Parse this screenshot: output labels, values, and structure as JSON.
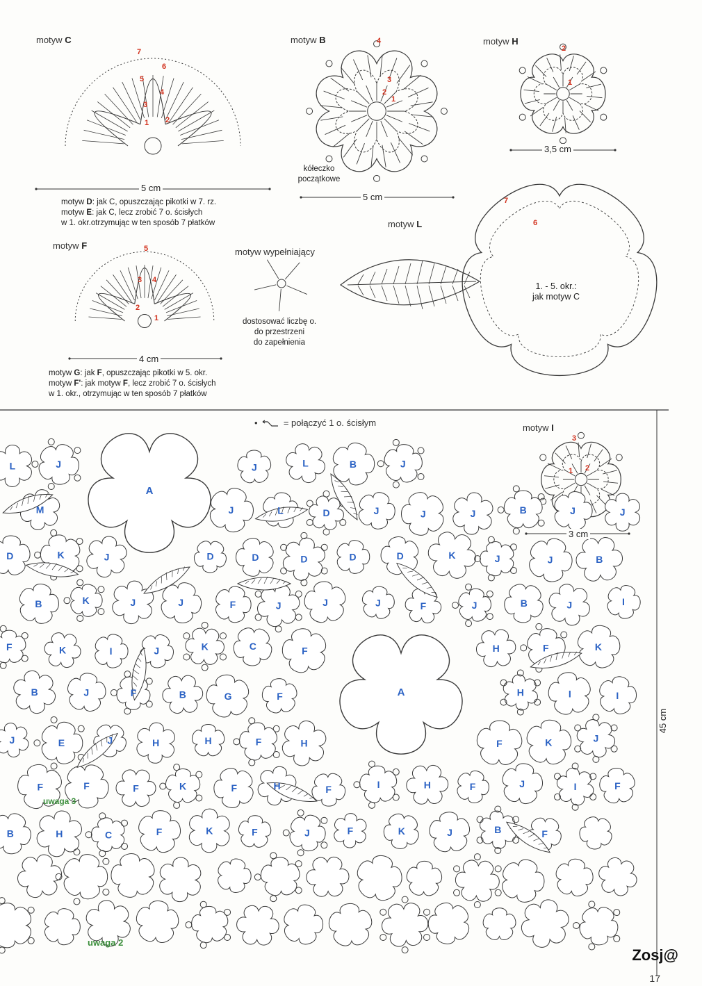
{
  "motifs": {
    "c": {
      "prefix": "motyw",
      "letter": "C",
      "size": "5 cm",
      "rows": [
        "7",
        "6",
        "5",
        "4",
        "3",
        "1",
        "2"
      ]
    },
    "b": {
      "prefix": "motyw",
      "letter": "B",
      "size": "5 cm",
      "rows": [
        "4",
        "3",
        "2",
        "1"
      ],
      "start_label_1": "kółeczko",
      "start_label_2": "początkowe"
    },
    "h": {
      "prefix": "motyw",
      "letter": "H",
      "size": "3,5 cm",
      "rows": [
        "2",
        "1"
      ]
    },
    "f": {
      "prefix": "motyw",
      "letter": "F",
      "size": "4 cm",
      "rows": [
        "5",
        "3",
        "4",
        "2",
        "1"
      ]
    },
    "filler": {
      "title": "motyw wypełniający",
      "note_1": "dostosować liczbę o.",
      "note_2": "do przestrzeni",
      "note_3": "do zapełnienia"
    },
    "l": {
      "prefix": "motyw",
      "letter": "L",
      "rows": [
        "7",
        "6"
      ],
      "note_1": "1. - 5. okr.:",
      "note_2": "jak motyw C"
    },
    "i": {
      "prefix": "motyw",
      "letter": "I",
      "size": "3 cm",
      "rows": [
        "3",
        "1",
        "2"
      ]
    }
  },
  "notes_de": {
    "line1_a": "motyw ",
    "line1_b": "D",
    "line1_c": ": jak C, opuszczając pikotki w 7. rz.",
    "line2_a": "motyw ",
    "line2_b": "E",
    "line2_c": ": jak C, lecz zrobić 7 o. ścisłych",
    "line3": "w 1. okr.otrzymując w ten sposób 7 płatków"
  },
  "notes_gf": {
    "line1_a": "motyw ",
    "line1_b": "G",
    "line1_c": ": jak ",
    "line1_d": "F",
    "line1_e": ", opuszczając pikotki w 5. okr.",
    "line2_a": "motyw ",
    "line2_b": "F'",
    "line2_c": ": jak motyw ",
    "line2_d": "F",
    "line2_e": ", lecz zrobić 7 o. ścisłych",
    "line3": "w 1. okr., otrzymując w ten sposób 7 płatków"
  },
  "legend": {
    "bullet": "•",
    "text": "= połączyć 1 o. ścisłym"
  },
  "layout_dim": "45 cm",
  "remarks": {
    "uwaga_3": "uwaga 3",
    "uwaga_2": "uwaga 2"
  },
  "watermark": "Zosj@",
  "page_number": "17",
  "assembly_letters": [
    "L",
    "J",
    "A",
    "J",
    "L",
    "B",
    "J",
    "M",
    "J",
    "L",
    "D",
    "J",
    "J",
    "J",
    "B",
    "J",
    "J",
    "D",
    "K",
    "J",
    "D",
    "D",
    "D",
    "D",
    "D",
    "K",
    "J",
    "J",
    "B",
    "B",
    "K",
    "J",
    "J",
    "A",
    "F",
    "J",
    "J",
    "J",
    "F",
    "J",
    "B",
    "J",
    "I",
    "F",
    "K",
    "I",
    "J",
    "K",
    "C",
    "F",
    "H",
    "F",
    "K",
    "B",
    "J",
    "F",
    "B",
    "G",
    "F",
    "H",
    "I",
    "I",
    "J",
    "E",
    "J",
    "H",
    "H",
    "F",
    "H",
    "F",
    "K",
    "J",
    "F",
    "F",
    "F",
    "K",
    "F",
    "H",
    "F",
    "I",
    "H",
    "F",
    "J",
    "I",
    "F",
    "B",
    "H",
    "C",
    "F",
    "K",
    "F",
    "J",
    "F",
    "K",
    "J",
    "B",
    "F"
  ],
  "colors": {
    "label_blue": "#2b62c4",
    "row_red": "#d2321e",
    "remark_green": "#3d8f3d",
    "line": "#3a3a3a"
  }
}
